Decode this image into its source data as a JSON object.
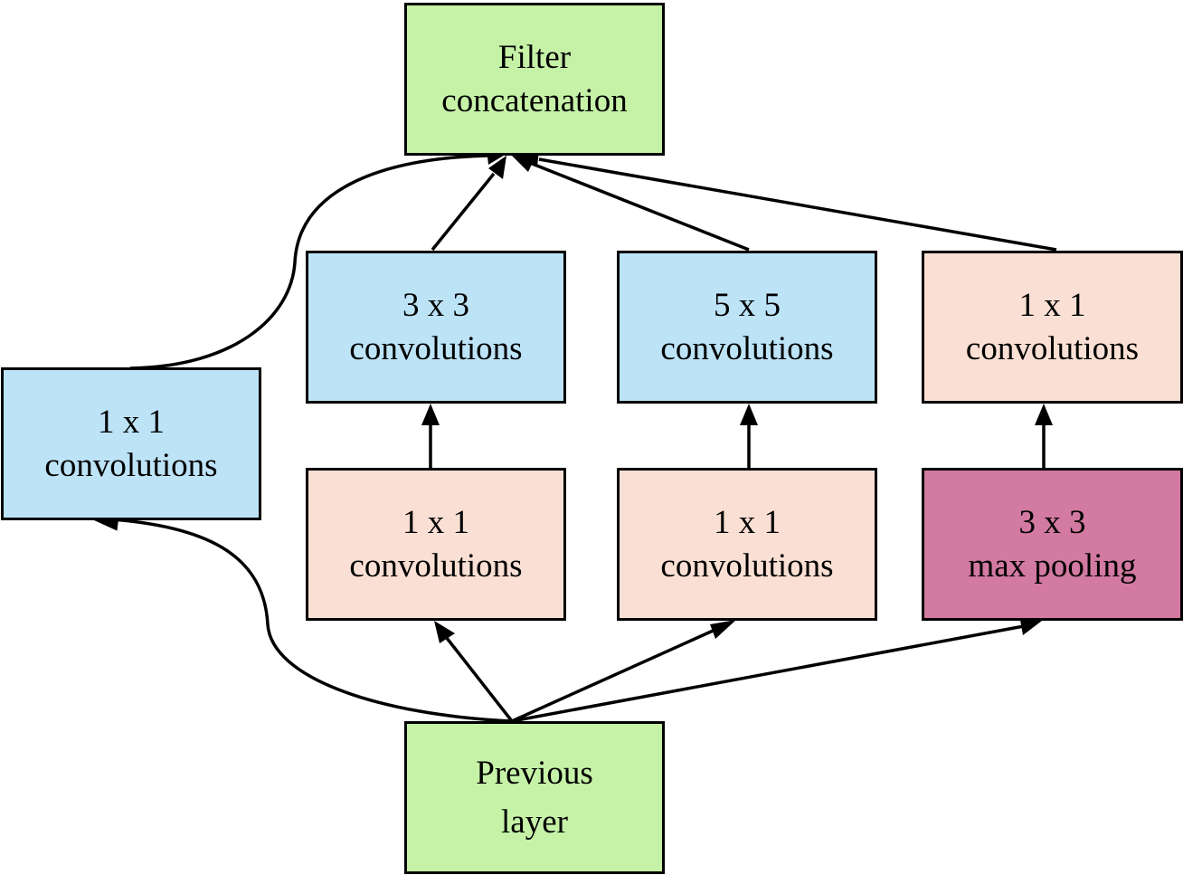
{
  "colors": {
    "green": "#c6f2a8",
    "blue": "#bde3f7",
    "peach": "#fae0d4",
    "magenta": "#d27aa1"
  },
  "nodes": {
    "filter_concat": {
      "line1": "Filter",
      "line2": "concatenation",
      "color": "green"
    },
    "conv1x1_left": {
      "line1": "1 x 1",
      "line2": "convolutions",
      "color": "blue"
    },
    "conv3x3": {
      "line1": "3 x 3",
      "line2": "convolutions",
      "color": "blue"
    },
    "conv5x5": {
      "line1": "5 x 5",
      "line2": "convolutions",
      "color": "blue"
    },
    "conv1x1_pool_proj": {
      "line1": "1 x 1",
      "line2": "convolutions",
      "color": "peach"
    },
    "conv1x1_reduce_a": {
      "line1": "1 x 1",
      "line2": "convolutions",
      "color": "peach"
    },
    "conv1x1_reduce_b": {
      "line1": "1 x 1",
      "line2": "convolutions",
      "color": "peach"
    },
    "maxpool3x3": {
      "line1": "3 x 3",
      "line2": "max pooling",
      "color": "magenta"
    },
    "previous_layer": {
      "line1": "Previous",
      "line2": "layer",
      "color": "green"
    }
  },
  "edges": [
    {
      "from": "previous_layer",
      "to": "conv1x1_left"
    },
    {
      "from": "previous_layer",
      "to": "conv1x1_reduce_a"
    },
    {
      "from": "previous_layer",
      "to": "conv1x1_reduce_b"
    },
    {
      "from": "previous_layer",
      "to": "maxpool3x3"
    },
    {
      "from": "conv1x1_reduce_a",
      "to": "conv3x3"
    },
    {
      "from": "conv1x1_reduce_b",
      "to": "conv5x5"
    },
    {
      "from": "maxpool3x3",
      "to": "conv1x1_pool_proj"
    },
    {
      "from": "conv1x1_left",
      "to": "filter_concat"
    },
    {
      "from": "conv3x3",
      "to": "filter_concat"
    },
    {
      "from": "conv5x5",
      "to": "filter_concat"
    },
    {
      "from": "conv1x1_pool_proj",
      "to": "filter_concat"
    }
  ]
}
